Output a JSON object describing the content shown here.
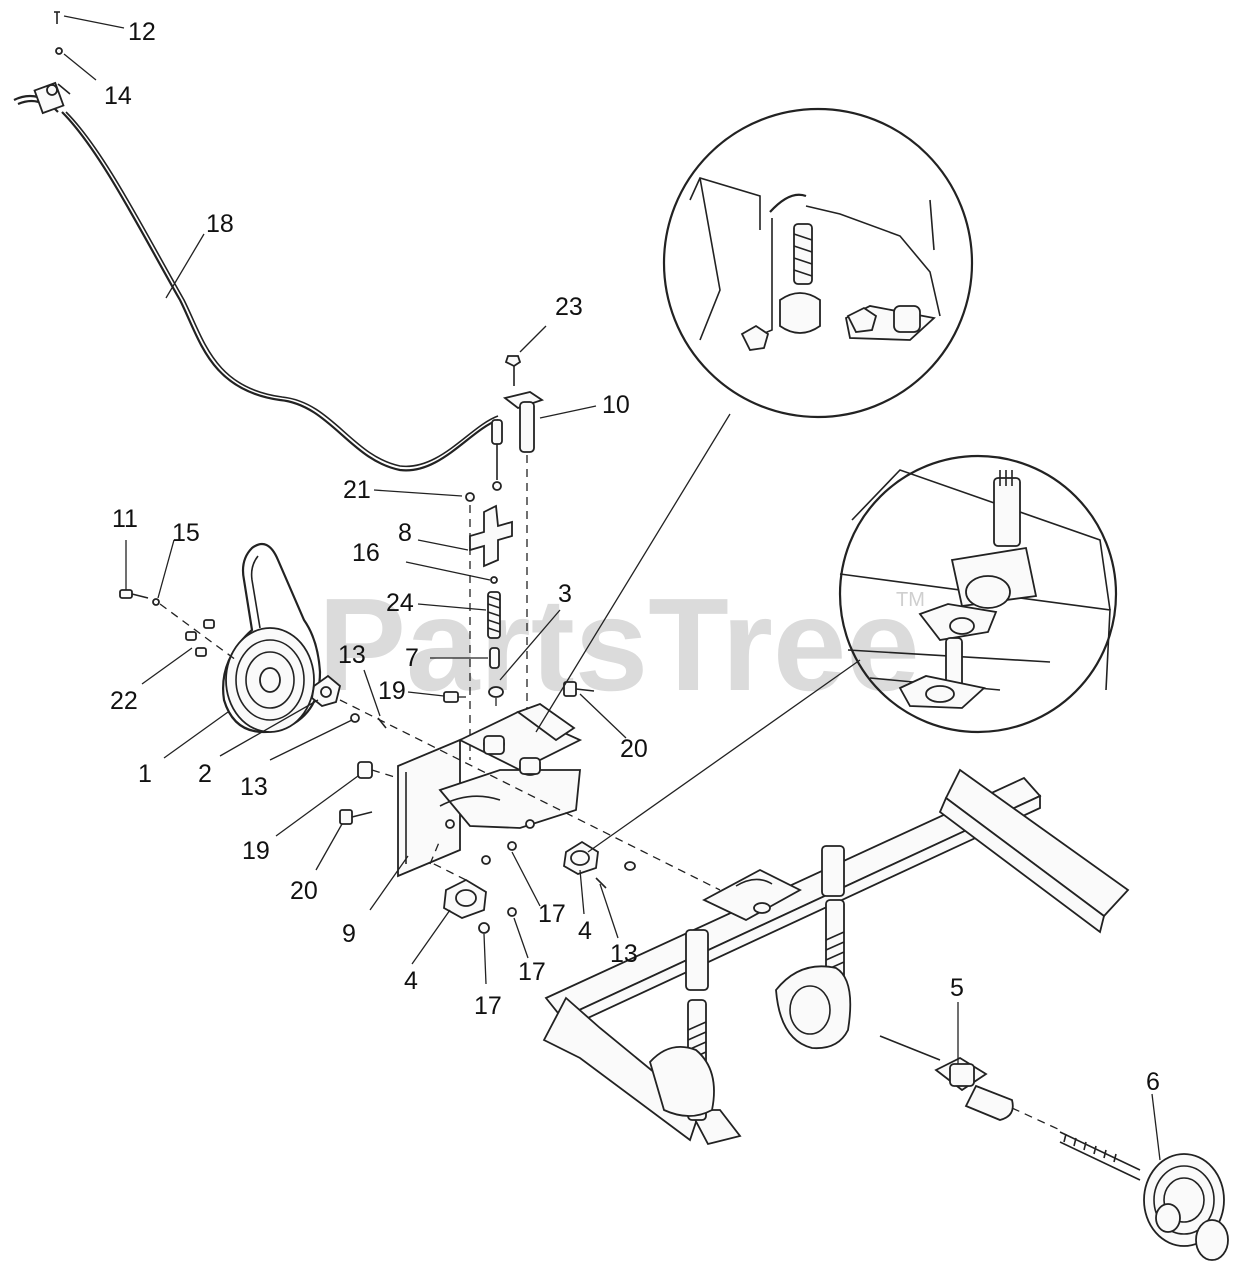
{
  "watermark": {
    "text": "PartsTree",
    "tm": "TM"
  },
  "callouts": [
    "12",
    "14",
    "18",
    "23",
    "10",
    "21",
    "8",
    "16",
    "24",
    "3",
    "7",
    "13",
    "19",
    "20",
    "11",
    "15",
    "22",
    "1",
    "2",
    "13",
    "19",
    "20",
    "9",
    "17",
    "4",
    "13",
    "4",
    "17",
    "17",
    "5",
    "6"
  ],
  "colors": {
    "line": "#222222",
    "watermark": "#cfcfcf",
    "background": "#ffffff"
  }
}
